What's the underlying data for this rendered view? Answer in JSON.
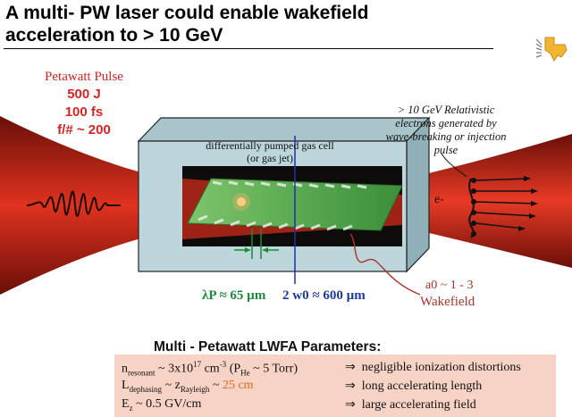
{
  "slide": {
    "title_line1": "A multi- PW laser could enable wakefield",
    "title_line2": "acceleration to > 10 GeV"
  },
  "laser": {
    "label": "Petawatt Pulse",
    "energy": "500 J",
    "duration": "100 fs",
    "fnumber": "f/# ~ 200"
  },
  "cell": {
    "line1": "differentially pumped gas cell",
    "line2": "(or gas jet)"
  },
  "electrons": {
    "line1": "> 10 GeV Relativistic",
    "line2": "electrons generated by",
    "line3": "wave-breaking or injection",
    "line4": "pulse",
    "symbol": "e-"
  },
  "labels": {
    "lambda": "λP ≈ 65 µm",
    "w0": "2 w0 ≈ 600 µm",
    "a0": "a0 ~ 1 - 3",
    "wakefield": "Wakefield"
  },
  "params": {
    "heading": "Multi - Petawatt  LWFA  Parameters:",
    "rows": [
      {
        "symbol": "n",
        "sub": "resonant",
        "text": " ~ 3x10",
        "sup": "17",
        "text2": " cm",
        "sup2": "-3",
        "extra": "  (P",
        "extra_sub": "He",
        "extra2": " ~ 5 Torr)",
        "arrow": "⇒",
        "result": "negligible ionization distortions"
      },
      {
        "symbol": "L",
        "sub": "dephasing",
        "text": " ~ z",
        "sub2": "Rayleigh",
        "text2": " ~ ",
        "highlight": "25 cm",
        "arrow": "⇒",
        "result": "long accelerating length"
      },
      {
        "symbol": "E",
        "sub": "z",
        "text": " ~ 0.5 GV/cm",
        "arrow": "⇒",
        "result": "large accelerating field"
      }
    ]
  },
  "colors": {
    "laser": "#c0281b",
    "cell_box": "#b9d4d9",
    "wake_green": "#3f9a3c",
    "lambda_text": "#1a8a3a",
    "w0_text": "#1c3a9e",
    "wakefield_text": "#b0302b",
    "params_bg": "#f6d3c4",
    "highlight": "#e06a18"
  },
  "icons": {
    "logo": "texas-flag-logo"
  }
}
